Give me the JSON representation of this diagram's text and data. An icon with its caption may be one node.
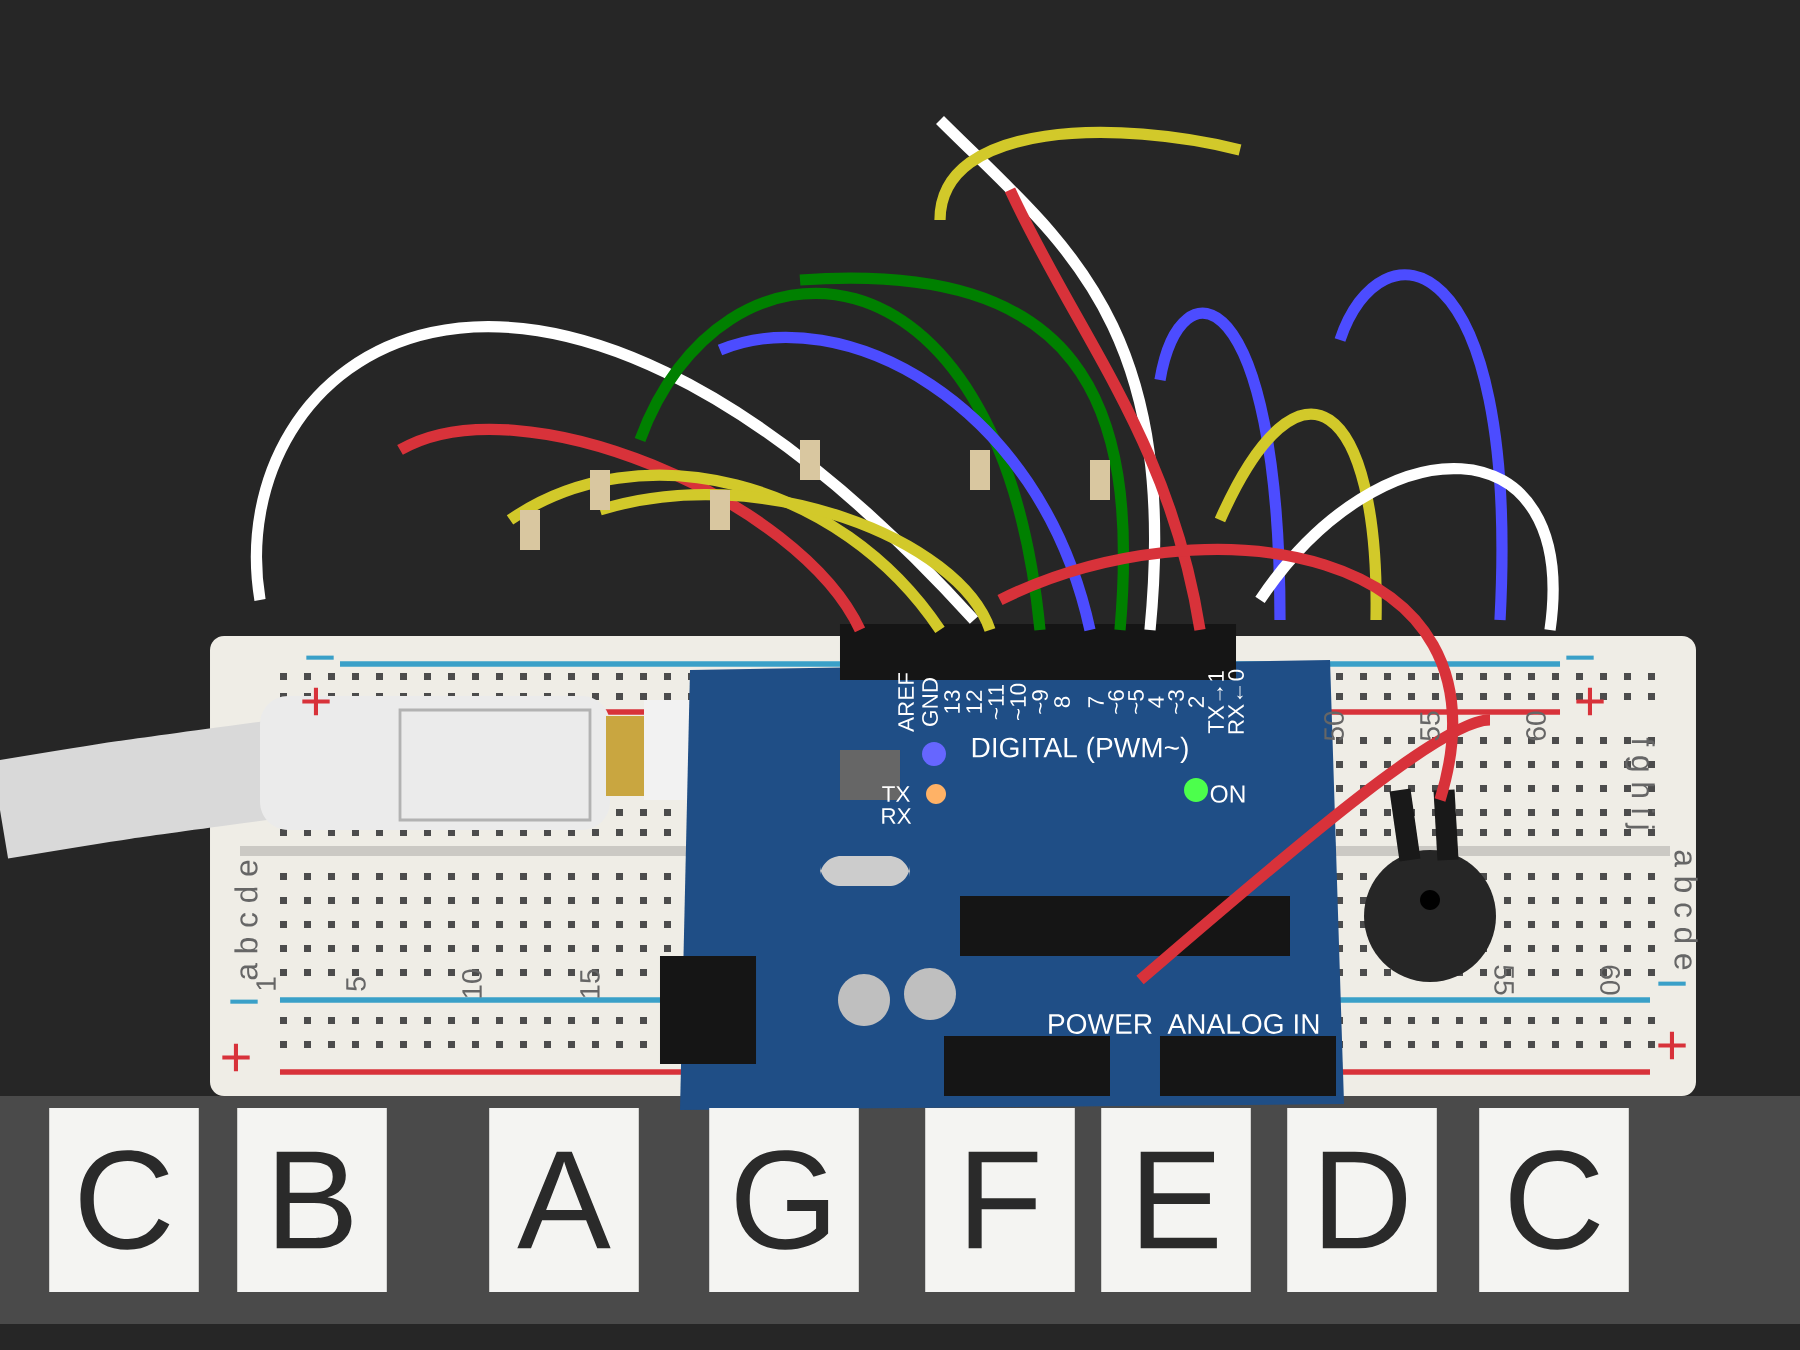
{
  "diagram": {
    "nodes": [
      {
        "text": [
          "C"
        ]
      },
      {
        "text": [
          "B"
        ]
      },
      {
        "text": [
          "A"
        ]
      },
      {
        "text": [
          "G"
        ]
      },
      {
        "text": [
          "F"
        ]
      },
      {
        "text": [
          "E"
        ]
      },
      {
        "text": [
          "D"
        ]
      },
      {
        "text": [
          "C"
        ]
      }
    ],
    "labels": [
      "AREF",
      "GND",
      "13",
      "12",
      "~11",
      "~10",
      "~9",
      "8",
      "7",
      "~6",
      "~5",
      "4",
      "~3",
      "2",
      "TX→1",
      "RX←0",
      "DIGITAL (PWM~)",
      "TX",
      "RX",
      "ON",
      "POWER",
      "ANALOG IN",
      "a b c d e",
      "1",
      "5",
      "10",
      "15",
      "50",
      "55",
      "60",
      "f g h i j",
      "a b c d e",
      "55",
      "60",
      "−",
      "+",
      "−",
      "+",
      "−",
      "+",
      "−",
      "+"
    ]
  }
}
